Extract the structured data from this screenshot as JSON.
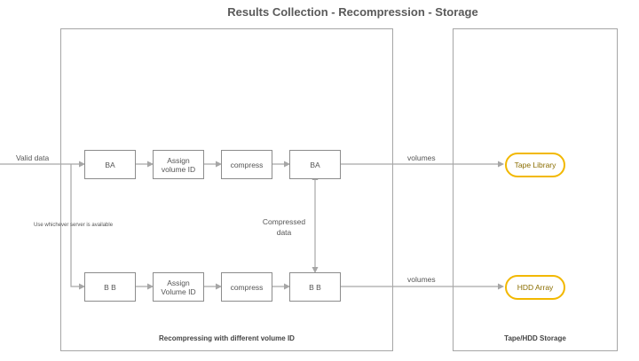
{
  "title": "Results Collection - Recompression - Storage",
  "containers": {
    "recompress": "Recompressing with different volume ID",
    "storage": "Tape/HDD Storage"
  },
  "top_row": {
    "node1": "BA",
    "node2_line1": "Assign",
    "node2_line2": "volume ID",
    "node3": "compress",
    "node4": "BA"
  },
  "bottom_row": {
    "node1": "B B",
    "node2_line1": "Assign",
    "node2_line2": "Volume ID",
    "node3": "compress",
    "node4": "B B"
  },
  "stores": {
    "tape": "Tape Library",
    "hdd": "HDD Array"
  },
  "labels": {
    "input": "Valid data",
    "server_note": "Use whichever server is available",
    "compressed_line1": "Compressed",
    "compressed_line2": "data",
    "volumes_top": "volumes",
    "volumes_bottom": "volumes"
  },
  "colors": {
    "line": "#a6a6a6",
    "store_border": "#f2b800"
  }
}
